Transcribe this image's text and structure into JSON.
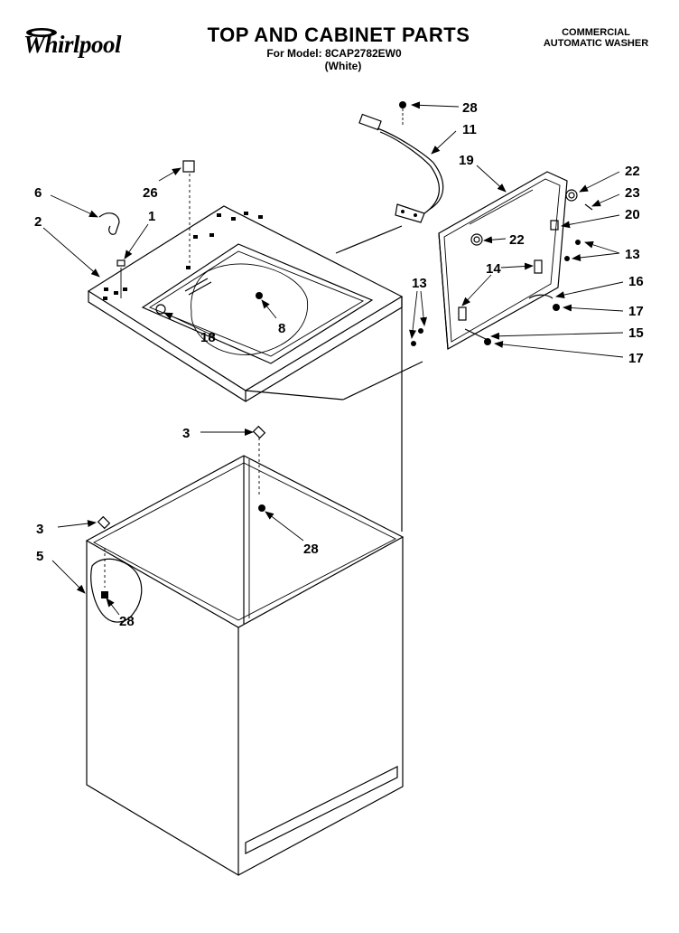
{
  "header": {
    "brand": "Whirlpool",
    "title": "TOP AND CABINET PARTS",
    "model_line": "For Model: 8CAP2782EW0",
    "color_line": "(White)",
    "type_line_1": "COMMERCIAL",
    "type_line_2": "AUTOMATIC WASHER"
  },
  "callouts": {
    "c28a": "28",
    "c11": "11",
    "c19": "19",
    "c22a": "22",
    "c23": "23",
    "c20": "20",
    "c22b": "22",
    "c13a": "13",
    "c14": "14",
    "c16": "16",
    "c17a": "17",
    "c15": "15",
    "c17b": "17",
    "c13b": "13",
    "c6": "6",
    "c26": "26",
    "c1": "1",
    "c2": "2",
    "c8": "8",
    "c18": "18",
    "c3a": "3",
    "c28b": "28",
    "c3b": "3",
    "c5": "5",
    "c28c": "28"
  }
}
